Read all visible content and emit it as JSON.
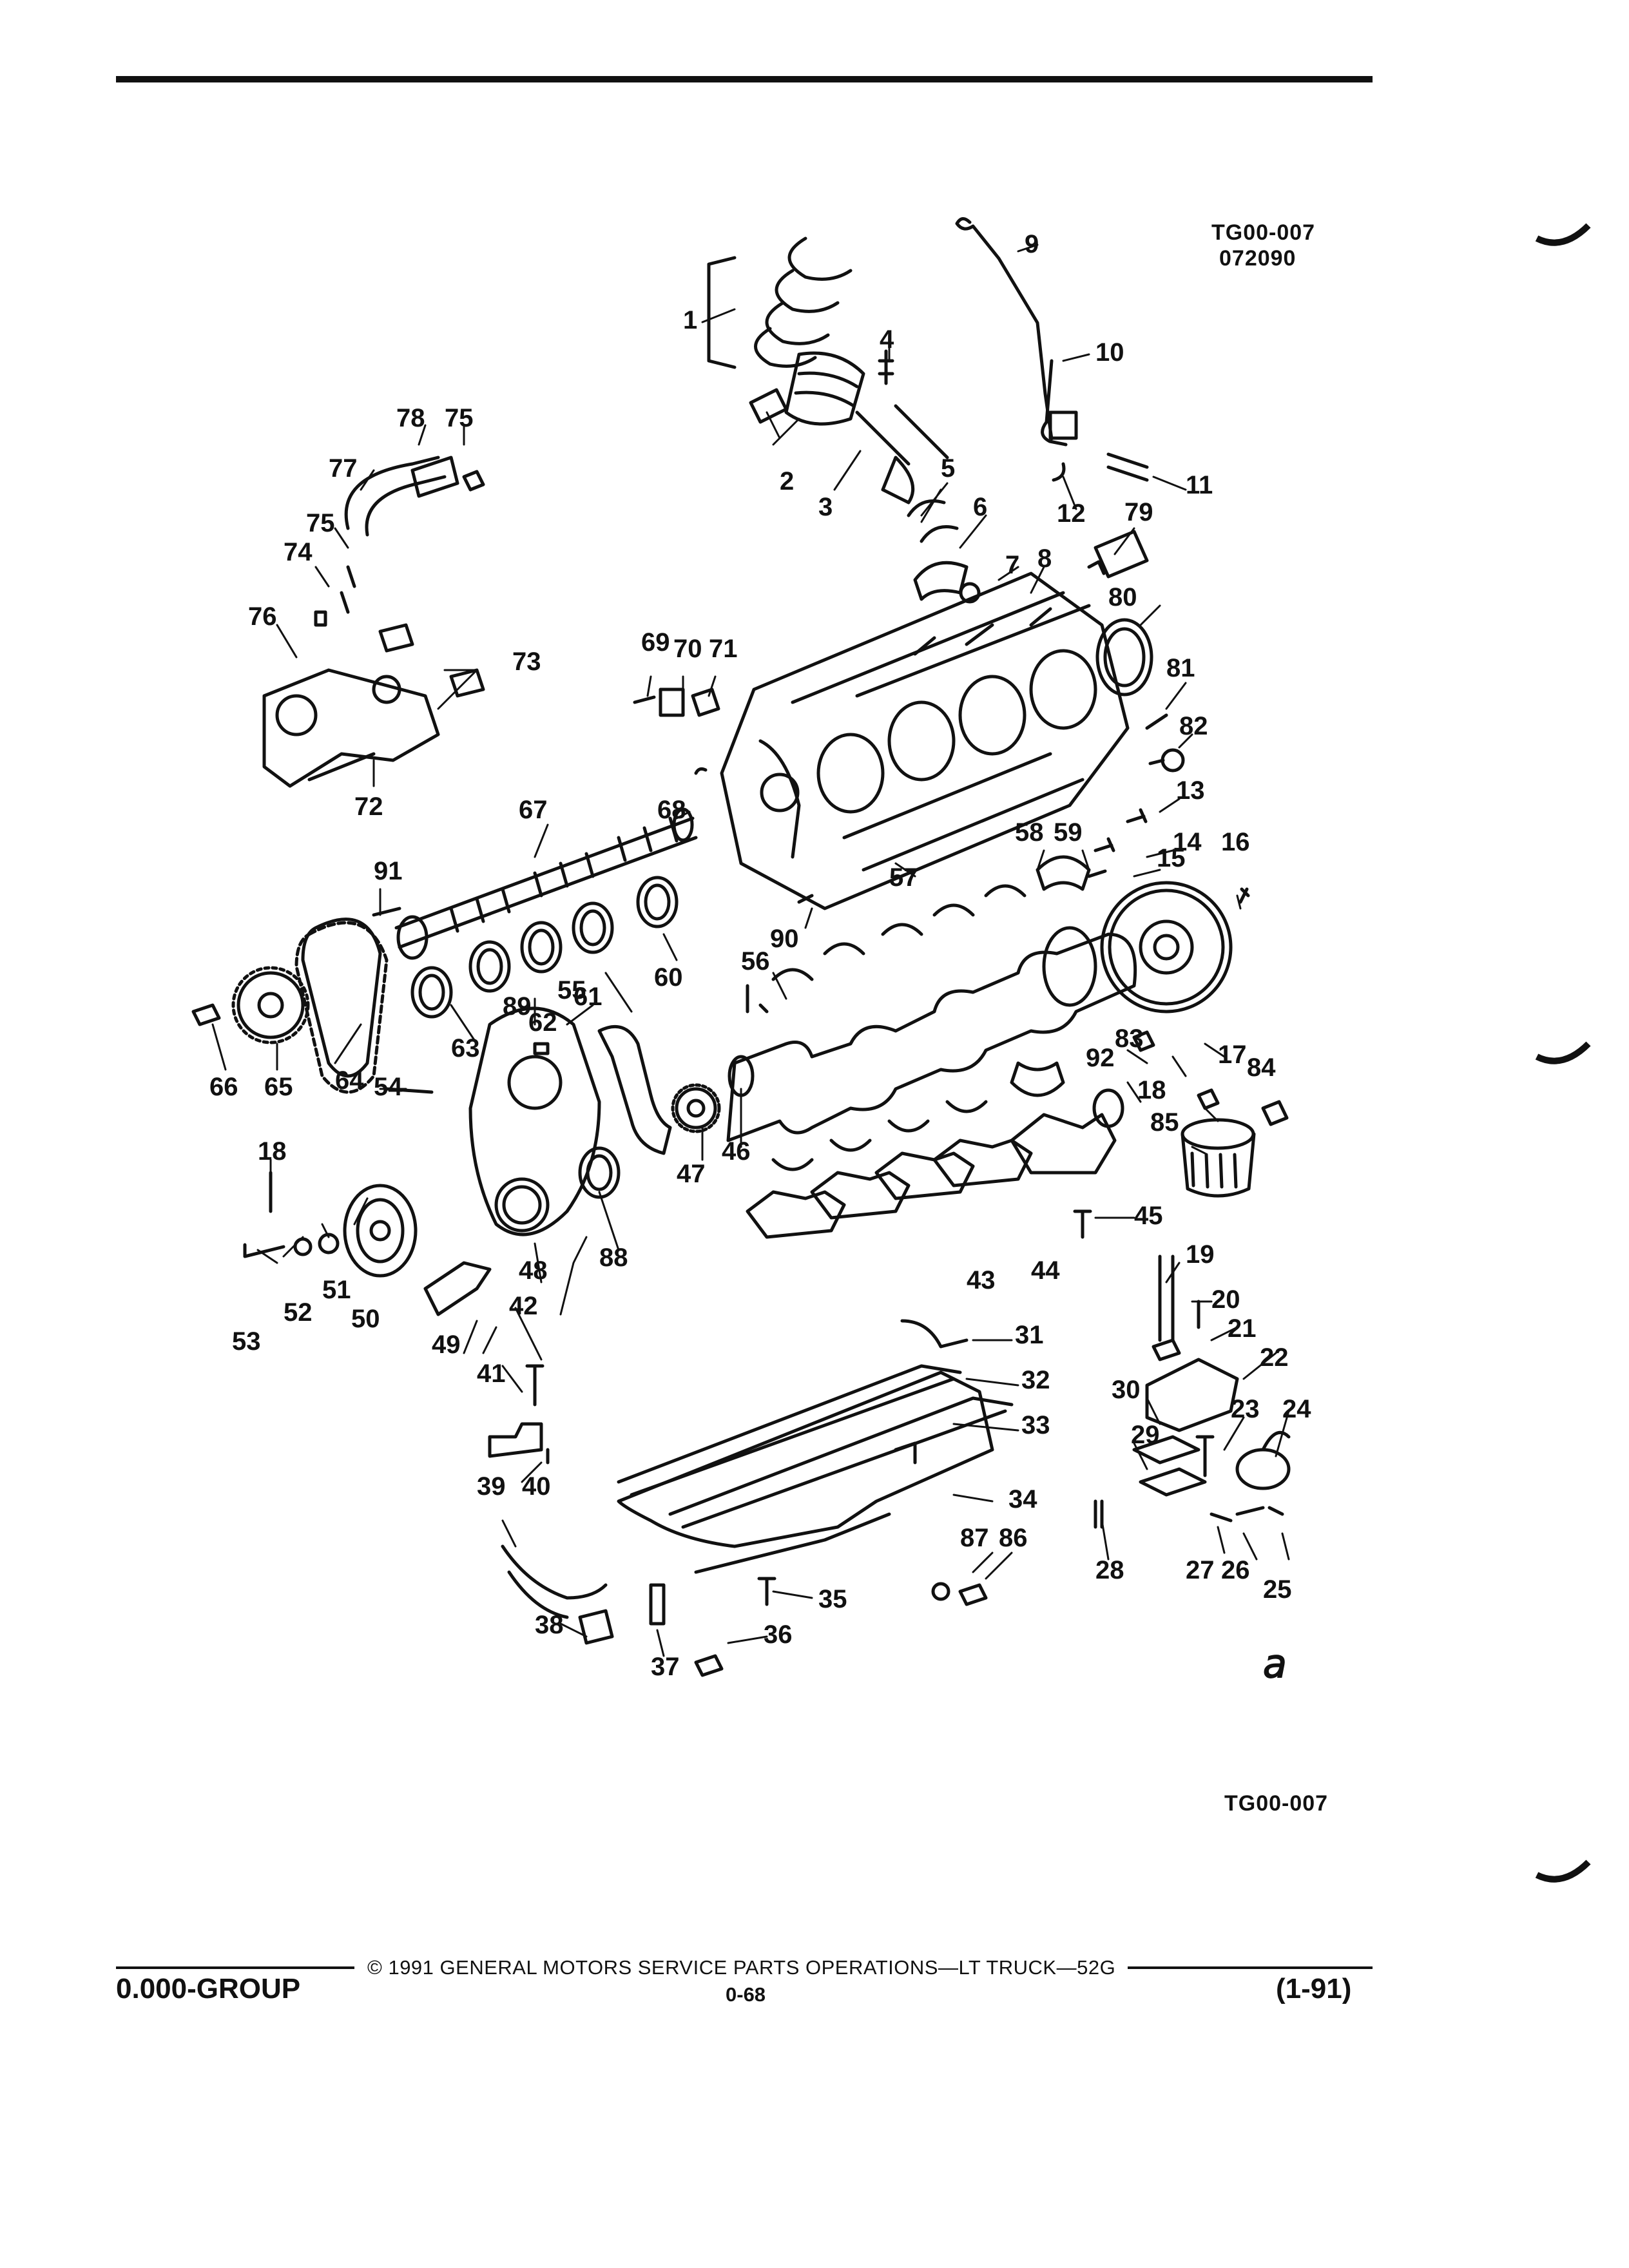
{
  "header": {
    "figure_code": "TG00-007",
    "date_code": "072090"
  },
  "diagram": {
    "callouts": [
      "1",
      "2",
      "3",
      "4",
      "5",
      "6",
      "7",
      "8",
      "9",
      "10",
      "11",
      "12",
      "13",
      "14",
      "15",
      "16",
      "17",
      "18",
      "18",
      "19",
      "20",
      "21",
      "22",
      "23",
      "24",
      "25",
      "26",
      "27",
      "28",
      "29",
      "30",
      "31",
      "32",
      "33",
      "34",
      "35",
      "36",
      "37",
      "38",
      "39",
      "40",
      "41",
      "42",
      "43",
      "44",
      "45",
      "46",
      "47",
      "48",
      "49",
      "50",
      "51",
      "52",
      "53",
      "54",
      "55",
      "56",
      "57",
      "58",
      "59",
      "60",
      "61",
      "62",
      "63",
      "64",
      "65",
      "66",
      "67",
      "68",
      "69",
      "70",
      "71",
      "72",
      "73",
      "74",
      "75",
      "75",
      "76",
      "77",
      "78",
      "79",
      "80",
      "81",
      "82",
      "83",
      "84",
      "85",
      "86",
      "87",
      "88",
      "89",
      "90",
      "91",
      "92"
    ]
  },
  "footer": {
    "figure_code": "TG00-007",
    "copyright": "© 1991 GENERAL MOTORS SERVICE PARTS OPERATIONS—LT TRUCK—52G",
    "group": "0.000-GROUP",
    "page": "0-68",
    "revision": "(1-91)"
  }
}
